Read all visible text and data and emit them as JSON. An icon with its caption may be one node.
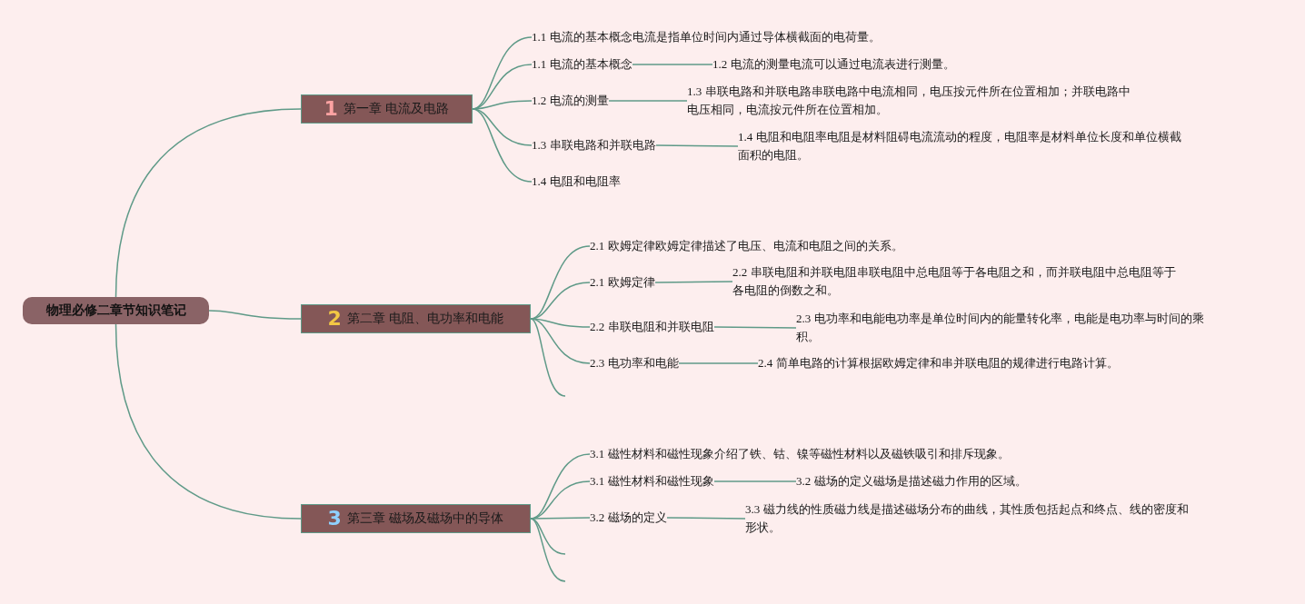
{
  "diagram": {
    "nodes": [
      {
        "text": [
          "物理必修二章节知识笔记"
        ]
      },
      {
        "text": [
          "1",
          "第一章 电流及电路"
        ]
      },
      {
        "text": [
          "1.1 电流的基本概念电流是指单位时间内通过导体横截面的电荷量。"
        ]
      },
      {
        "text": [
          "1.1 电流的基本概念"
        ]
      },
      {
        "text": [
          "1.2 电流的测量电流可以通过电流表进行测量。"
        ]
      },
      {
        "text": [
          "1.2 电流的测量"
        ]
      },
      {
        "text": [
          "1.3 串联电路和并联电路串联电路中电流相同，电压按元件所在位置相加；并联电路中电压相同，电流按元件所在位置相加。"
        ]
      },
      {
        "text": [
          "1.3 串联电路和并联电路"
        ]
      },
      {
        "text": [
          "1.4 电阻和电阻率电阻是材料阻碍电流流动的程度，电阻率是材料单位长度和单位横截面积的电阻。"
        ]
      },
      {
        "text": [
          "1.4 电阻和电阻率"
        ]
      },
      {
        "text": [
          "2",
          "第二章 电阻、电功率和电能"
        ]
      },
      {
        "text": [
          "2.1 欧姆定律欧姆定律描述了电压、电流和电阻之间的关系。"
        ]
      },
      {
        "text": [
          "2.1 欧姆定律"
        ]
      },
      {
        "text": [
          "2.2 串联电阻和并联电阻串联电阻中总电阻等于各电阻之和，而并联电阻中总电阻等于各电阻的倒数之和。"
        ]
      },
      {
        "text": [
          "2.2 串联电阻和并联电阻"
        ]
      },
      {
        "text": [
          "2.3 电功率和电能电功率是单位时间内的能量转化率，电能是电功率与时间的乘积。"
        ]
      },
      {
        "text": [
          "2.3 电功率和电能"
        ]
      },
      {
        "text": [
          "2.4 简单电路的计算根据欧姆定律和串并联电阻的规律进行电路计算。"
        ]
      },
      {
        "text": [
          "3",
          "第三章 磁场及磁场中的导体"
        ]
      },
      {
        "text": [
          "3.1 磁性材料和磁性现象介绍了铁、钴、镍等磁性材料以及磁铁吸引和排斥现象。"
        ]
      },
      {
        "text": [
          "3.1 磁性材料和磁性现象"
        ]
      },
      {
        "text": [
          "3.2 磁场的定义磁场是描述磁力作用的区域。"
        ]
      },
      {
        "text": [
          "3.2 磁场的定义"
        ]
      },
      {
        "text": [
          "3.3 磁力线的性质磁力线是描述磁场分布的曲线，其性质包括起点和终点、线的密度和形状。"
        ]
      }
    ],
    "edges": [
      {
        "from": 0,
        "to": 1,
        "arrow": "none"
      },
      {
        "from": 0,
        "to": 10,
        "arrow": "none"
      },
      {
        "from": 0,
        "to": 18,
        "arrow": "none"
      },
      {
        "from": 1,
        "to": 2,
        "arrow": "none"
      },
      {
        "from": 1,
        "to": 3,
        "arrow": "none"
      },
      {
        "from": 1,
        "to": 5,
        "arrow": "none"
      },
      {
        "from": 1,
        "to": 7,
        "arrow": "none"
      },
      {
        "from": 1,
        "to": 9,
        "arrow": "none"
      },
      {
        "from": 3,
        "to": 4,
        "arrow": "none"
      },
      {
        "from": 5,
        "to": 6,
        "arrow": "none"
      },
      {
        "from": 7,
        "to": 8,
        "arrow": "none"
      },
      {
        "from": 10,
        "to": 11,
        "arrow": "none"
      },
      {
        "from": 10,
        "to": 12,
        "arrow": "none"
      },
      {
        "from": 10,
        "to": 14,
        "arrow": "none"
      },
      {
        "from": 10,
        "to": 16,
        "arrow": "none"
      },
      {
        "from": 10,
        "to": null,
        "arrow": "none"
      },
      {
        "from": 12,
        "to": 13,
        "arrow": "none"
      },
      {
        "from": 14,
        "to": 15,
        "arrow": "none"
      },
      {
        "from": 16,
        "to": 17,
        "arrow": "none"
      },
      {
        "from": 18,
        "to": 19,
        "arrow": "none"
      },
      {
        "from": 18,
        "to": 20,
        "arrow": "none"
      },
      {
        "from": 18,
        "to": 22,
        "arrow": "none"
      },
      {
        "from": 18,
        "to": null,
        "arrow": "none"
      },
      {
        "from": 18,
        "to": null,
        "arrow": "none"
      },
      {
        "from": 20,
        "to": 21,
        "arrow": "none"
      },
      {
        "from": 22,
        "to": 23,
        "arrow": "none"
      }
    ]
  }
}
